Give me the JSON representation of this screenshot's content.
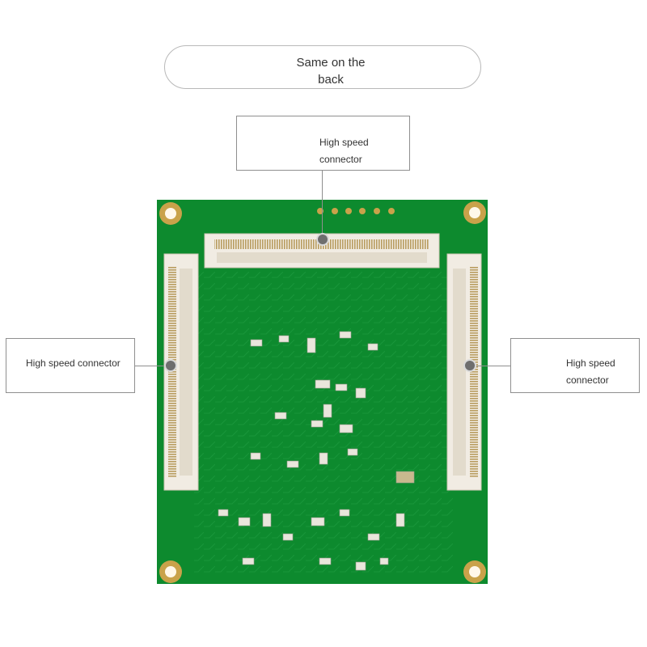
{
  "banner": {
    "text": "Same on the\nback"
  },
  "callouts": {
    "top": "High speed\n  connector",
    "left": "High speed connector",
    "right": "High speed\n  connector"
  },
  "colors": {
    "pcb": "#0d8a2e",
    "connector_body": "#f1ece3",
    "pins": "#b89c5f",
    "mounting_hole": "#c9a24a"
  }
}
